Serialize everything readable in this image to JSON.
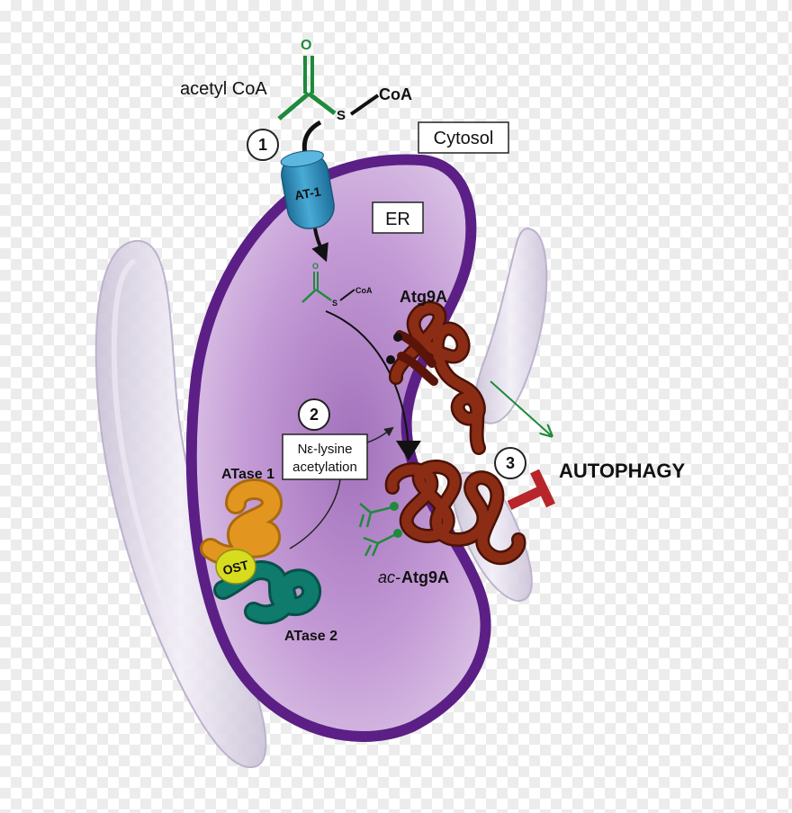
{
  "labels": {
    "acetyl_coa": "acetyl CoA",
    "coa_top": "CoA",
    "s_top": "S",
    "o_top": "O",
    "cytosol": "Cytosol",
    "er": "ER",
    "at1": "AT-1",
    "coa_small": "CoA",
    "s_small": "S",
    "o_small": "O",
    "atg9a": "Atg9A",
    "nlysine_line1": "Nε-lysine",
    "nlysine_line2": "acetylation",
    "atase1": "ATase 1",
    "ost": "OST",
    "atase2": "ATase 2",
    "ac_prefix": "ac-",
    "ac_atg9a": "Atg9A",
    "autophagy": "AUTOPHAGY"
  },
  "steps": [
    "1",
    "2",
    "3"
  ],
  "colors": {
    "er_outline": "#5b1f86",
    "er_fill": "#b98dcc",
    "acetyl_green": "#1f8a3c",
    "at1_blue": "#2e8fbf",
    "atg9a_brown": "#7a2410",
    "atase1_orange": "#e2961f",
    "ost_yellow": "#d8dc1f",
    "atase2_teal": "#0e7b6c",
    "inhibit_red": "#b8252a",
    "membrane_lavender": "#d9d0e6"
  }
}
